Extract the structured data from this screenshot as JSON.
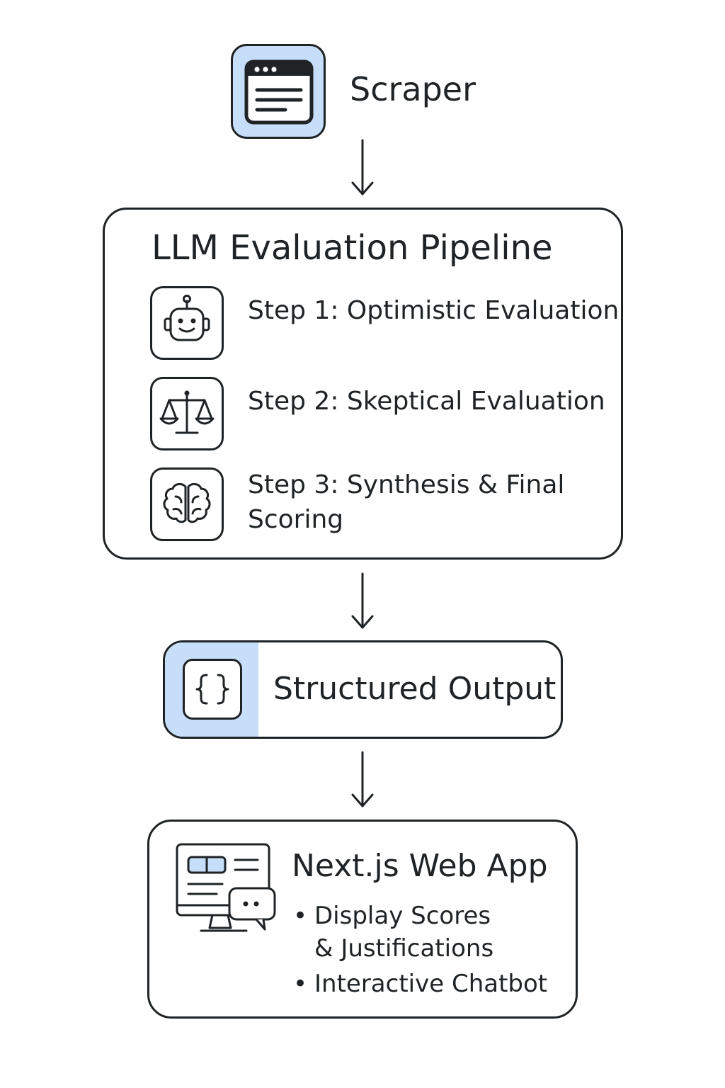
{
  "scraper": {
    "title": "Scraper",
    "icon": "browser-window-icon",
    "accent_color": "#c6defa"
  },
  "pipeline": {
    "title": "LLM Evaluation Pipeline",
    "steps": [
      {
        "label": "Step 1: Optimistic Evaluation",
        "icon": "robot-icon"
      },
      {
        "label_line1": "Step 2: Skeptical Evaluation",
        "icon": "scales-icon"
      },
      {
        "label_line1": "Step 3: Synthesis & Final",
        "label_line2": "Scoring",
        "icon": "brain-icon"
      }
    ]
  },
  "output": {
    "title": "Structured Output",
    "icon": "curly-braces-icon",
    "accent_color": "#c6defa"
  },
  "webapp": {
    "title": "Next.js Web App",
    "icon": "monitor-chat-icon",
    "bullets": [
      {
        "line1": "Display Scores",
        "line2": "& Justifications"
      },
      {
        "line1": "Interactive Chatbot"
      }
    ]
  },
  "colors": {
    "stroke": "#1f2326",
    "accent": "#c6defa"
  }
}
